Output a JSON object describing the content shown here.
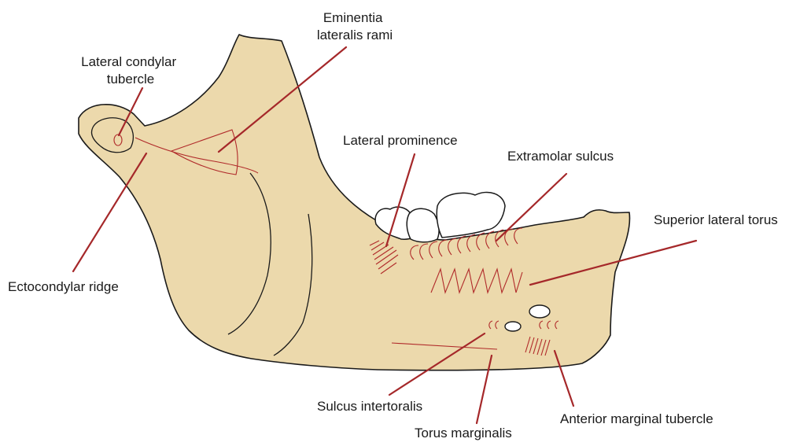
{
  "labels": {
    "eminentia": [
      "Eminentia",
      "lateralis rami"
    ],
    "condylar_tubercle": [
      "Lateral condylar",
      "tubercle"
    ],
    "lateral_prominence": "Lateral prominence",
    "extramolar_sulcus": "Extramolar sulcus",
    "superior_lateral_torus": "Superior lateral torus",
    "ectocondylar_ridge": "Ectocondylar ridge",
    "sulcus_intertoralis": "Sulcus intertoralis",
    "torus_marginalis": "Torus marginalis",
    "anterior_marginal_tubercle": "Anterior marginal tubercle"
  },
  "colors": {
    "bone": "#ecd9ac",
    "outline": "#1a1a1a",
    "leader": "#a5282a",
    "feature": "#b02a2a",
    "tooth": "#ffffff"
  }
}
